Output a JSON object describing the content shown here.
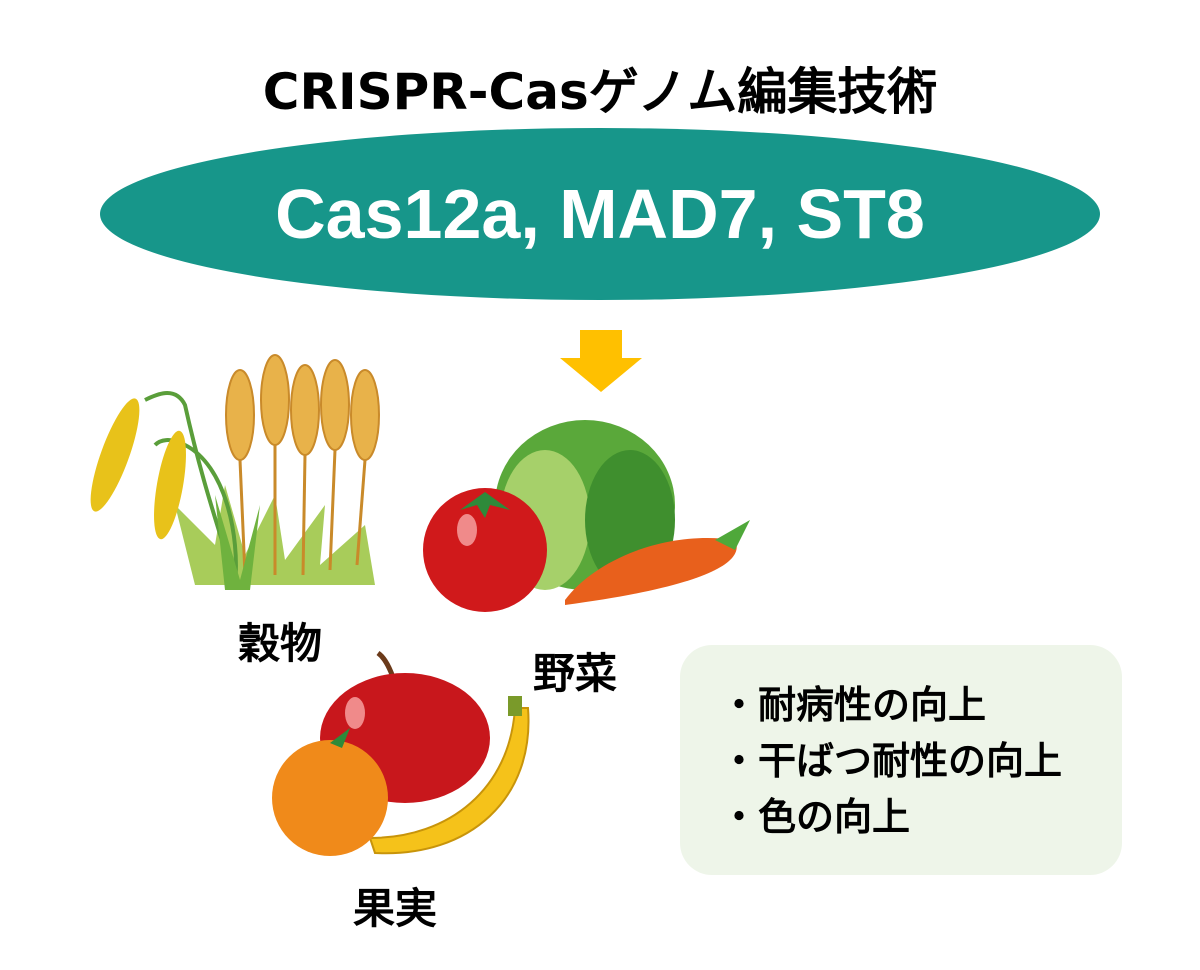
{
  "title": "CRISPR-Casゲノム編集技術",
  "enzymes": "Cas12a, MAD7, ST8",
  "crops": {
    "grain": "穀物",
    "vegetables": "野菜",
    "fruits": "果実"
  },
  "benefits": [
    "・耐病性の向上",
    "・干ばつ耐性の向上",
    "・色の向上"
  ],
  "colors": {
    "ellipse": "#17968a",
    "arrow": "#ffc000",
    "box": "#eef5e9"
  }
}
